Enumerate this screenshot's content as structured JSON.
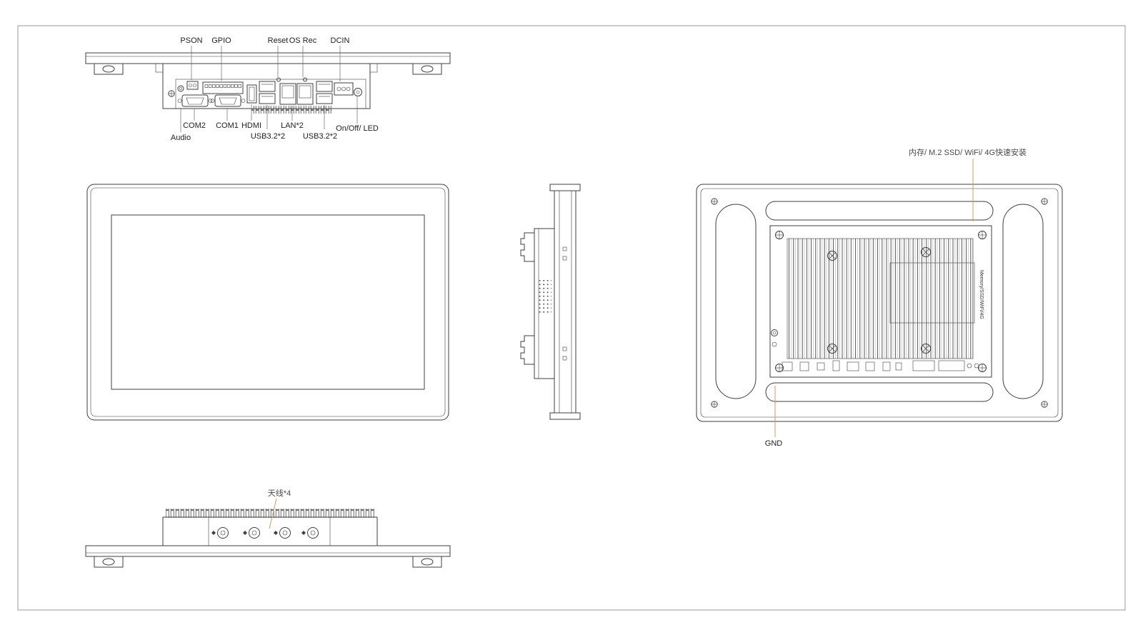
{
  "colors": {
    "line": "#3f3f3f",
    "leader": "#c9a15e",
    "background": "#ffffff",
    "page_border": "#9a9a9a"
  },
  "io_view": {
    "top_labels": [
      "PSON",
      "GPIO",
      "Reset",
      "OS Rec",
      "DCIN"
    ],
    "bottom_labels_row1": [
      "COM2",
      "COM1",
      "HDMI",
      "LAN*2",
      "On/Off/ LED"
    ],
    "bottom_labels_row2": [
      "Audio",
      "USB3.2*2",
      "USB3.2*2"
    ]
  },
  "rear_view": {
    "install_label": "内存/ M.2 SSD/ WiFi/ 4G快速安装",
    "gnd_label": "GND",
    "vertical_text": "Memory/SSD/WiFi/4G"
  },
  "bottom_view": {
    "antenna_label": "天线*4"
  }
}
